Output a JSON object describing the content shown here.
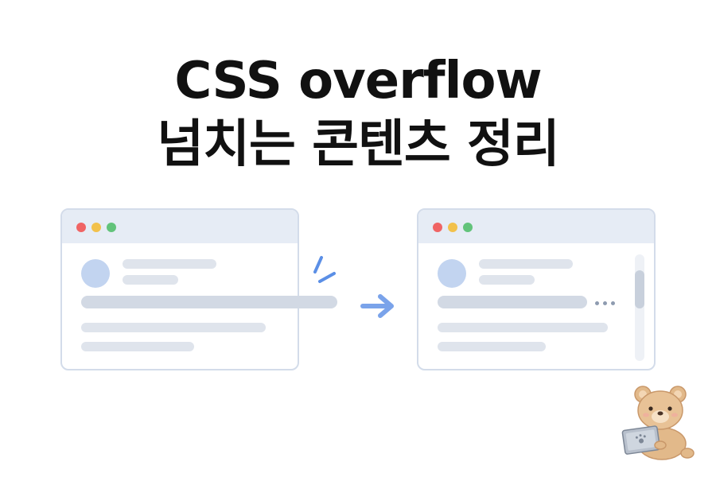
{
  "title": {
    "line1": "CSS overflow",
    "line2": "넘치는 콘텐츠 정리"
  },
  "colors": {
    "title": "#111111",
    "window_border": "#d3dcea",
    "titlebar": "#e6ecf5",
    "dot_red": "#f06464",
    "dot_yellow": "#f2c14b",
    "dot_green": "#62c37a",
    "avatar": "#c2d4f0",
    "placeholder_bar": "#dfe4ec",
    "accent": "#5b8fe6"
  },
  "illustrations": {
    "before": "browser-window-overflowing-content",
    "after": "browser-window-clipped-with-scrollbar",
    "transition": "arrow-right-icon",
    "mascot": "bear-with-laptop"
  }
}
